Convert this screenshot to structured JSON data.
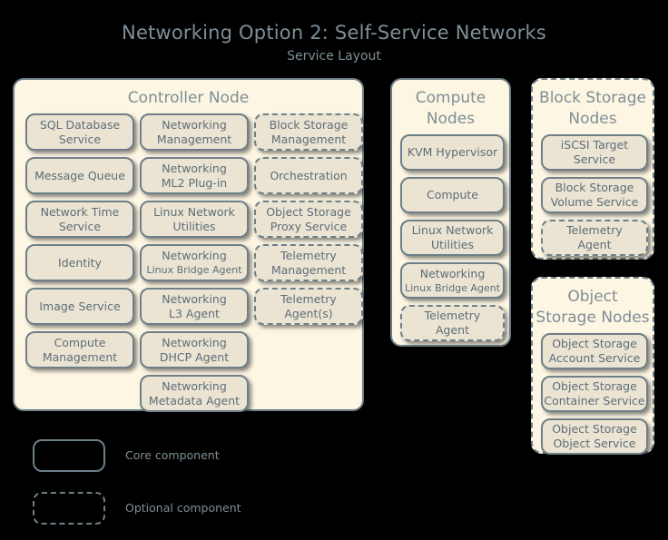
{
  "title": "Networking Option 2: Self-Service Networks",
  "subtitle": "Service Layout",
  "colors": {
    "background": "#000000",
    "node_fill": "#fdf6e3",
    "service_fill": "#ece4d2",
    "border": "#6d7f88",
    "title_text": "#7f8e97",
    "service_text": "#5c6d79"
  },
  "nodes": {
    "controller": {
      "title": "Controller Node",
      "optional": false,
      "columns": [
        {
          "items": [
            {
              "line1": "SQL Database",
              "line2": "Service",
              "optional": false
            },
            {
              "line1": "Message Queue",
              "line2": "",
              "optional": false
            },
            {
              "line1": "Network Time",
              "line2": "Service",
              "optional": false
            },
            {
              "line1": "Identity",
              "line2": "",
              "optional": false
            },
            {
              "line1": "Image Service",
              "line2": "",
              "optional": false
            },
            {
              "line1": "Compute",
              "line2": "Management",
              "optional": false
            }
          ]
        },
        {
          "items": [
            {
              "line1": "Networking",
              "line2": "Management",
              "optional": false
            },
            {
              "line1": "Networking",
              "line2": "ML2 Plug-in",
              "optional": false
            },
            {
              "line1": "Linux Network",
              "line2": "Utilities",
              "optional": false
            },
            {
              "line1": "Networking",
              "line2": "Linux Bridge Agent",
              "optional": false,
              "small2": true
            },
            {
              "line1": "Networking",
              "line2": "L3 Agent",
              "optional": false
            },
            {
              "line1": "Networking",
              "line2": "DHCP Agent",
              "optional": false
            },
            {
              "line1": "Networking",
              "line2": "Metadata Agent",
              "optional": false
            }
          ]
        },
        {
          "items": [
            {
              "line1": "Block Storage",
              "line2": "Management",
              "optional": true
            },
            {
              "line1": "Orchestration",
              "line2": "",
              "optional": true
            },
            {
              "line1": "Object Storage",
              "line2": "Proxy Service",
              "optional": true
            },
            {
              "line1": "Telemetry",
              "line2": "Management",
              "optional": true
            },
            {
              "line1": "Telemetry",
              "line2": "Agent(s)",
              "optional": true
            }
          ]
        }
      ]
    },
    "compute": {
      "title_line1": "Compute",
      "title_line2": "Nodes",
      "optional": false,
      "items": [
        {
          "line1": "KVM Hypervisor",
          "line2": "",
          "optional": false
        },
        {
          "line1": "Compute",
          "line2": "",
          "optional": false
        },
        {
          "line1": "Linux Network",
          "line2": "Utilities",
          "optional": false
        },
        {
          "line1": "Networking",
          "line2": "Linux Bridge Agent",
          "optional": false,
          "small2": true
        },
        {
          "line1": "Telemetry",
          "line2": "Agent",
          "optional": true
        }
      ]
    },
    "block_storage": {
      "title_line1": "Block Storage",
      "title_line2": "Nodes",
      "optional": true,
      "items": [
        {
          "line1": "iSCSI Target",
          "line2": "Service",
          "optional": false
        },
        {
          "line1": "Block Storage",
          "line2": "Volume Service",
          "optional": false
        },
        {
          "line1": "Telemetry",
          "line2": "Agent",
          "optional": true
        }
      ]
    },
    "object_storage": {
      "title_line1": "Object",
      "title_line2": "Storage Nodes",
      "optional": true,
      "items": [
        {
          "line1": "Object Storage",
          "line2": "Account Service",
          "optional": false
        },
        {
          "line1": "Object Storage",
          "line2": "Container Service",
          "optional": false
        },
        {
          "line1": "Object Storage",
          "line2": "Object Service",
          "optional": false
        }
      ]
    }
  },
  "legend": {
    "core_label": "Core component",
    "optional_label": "Optional component"
  }
}
